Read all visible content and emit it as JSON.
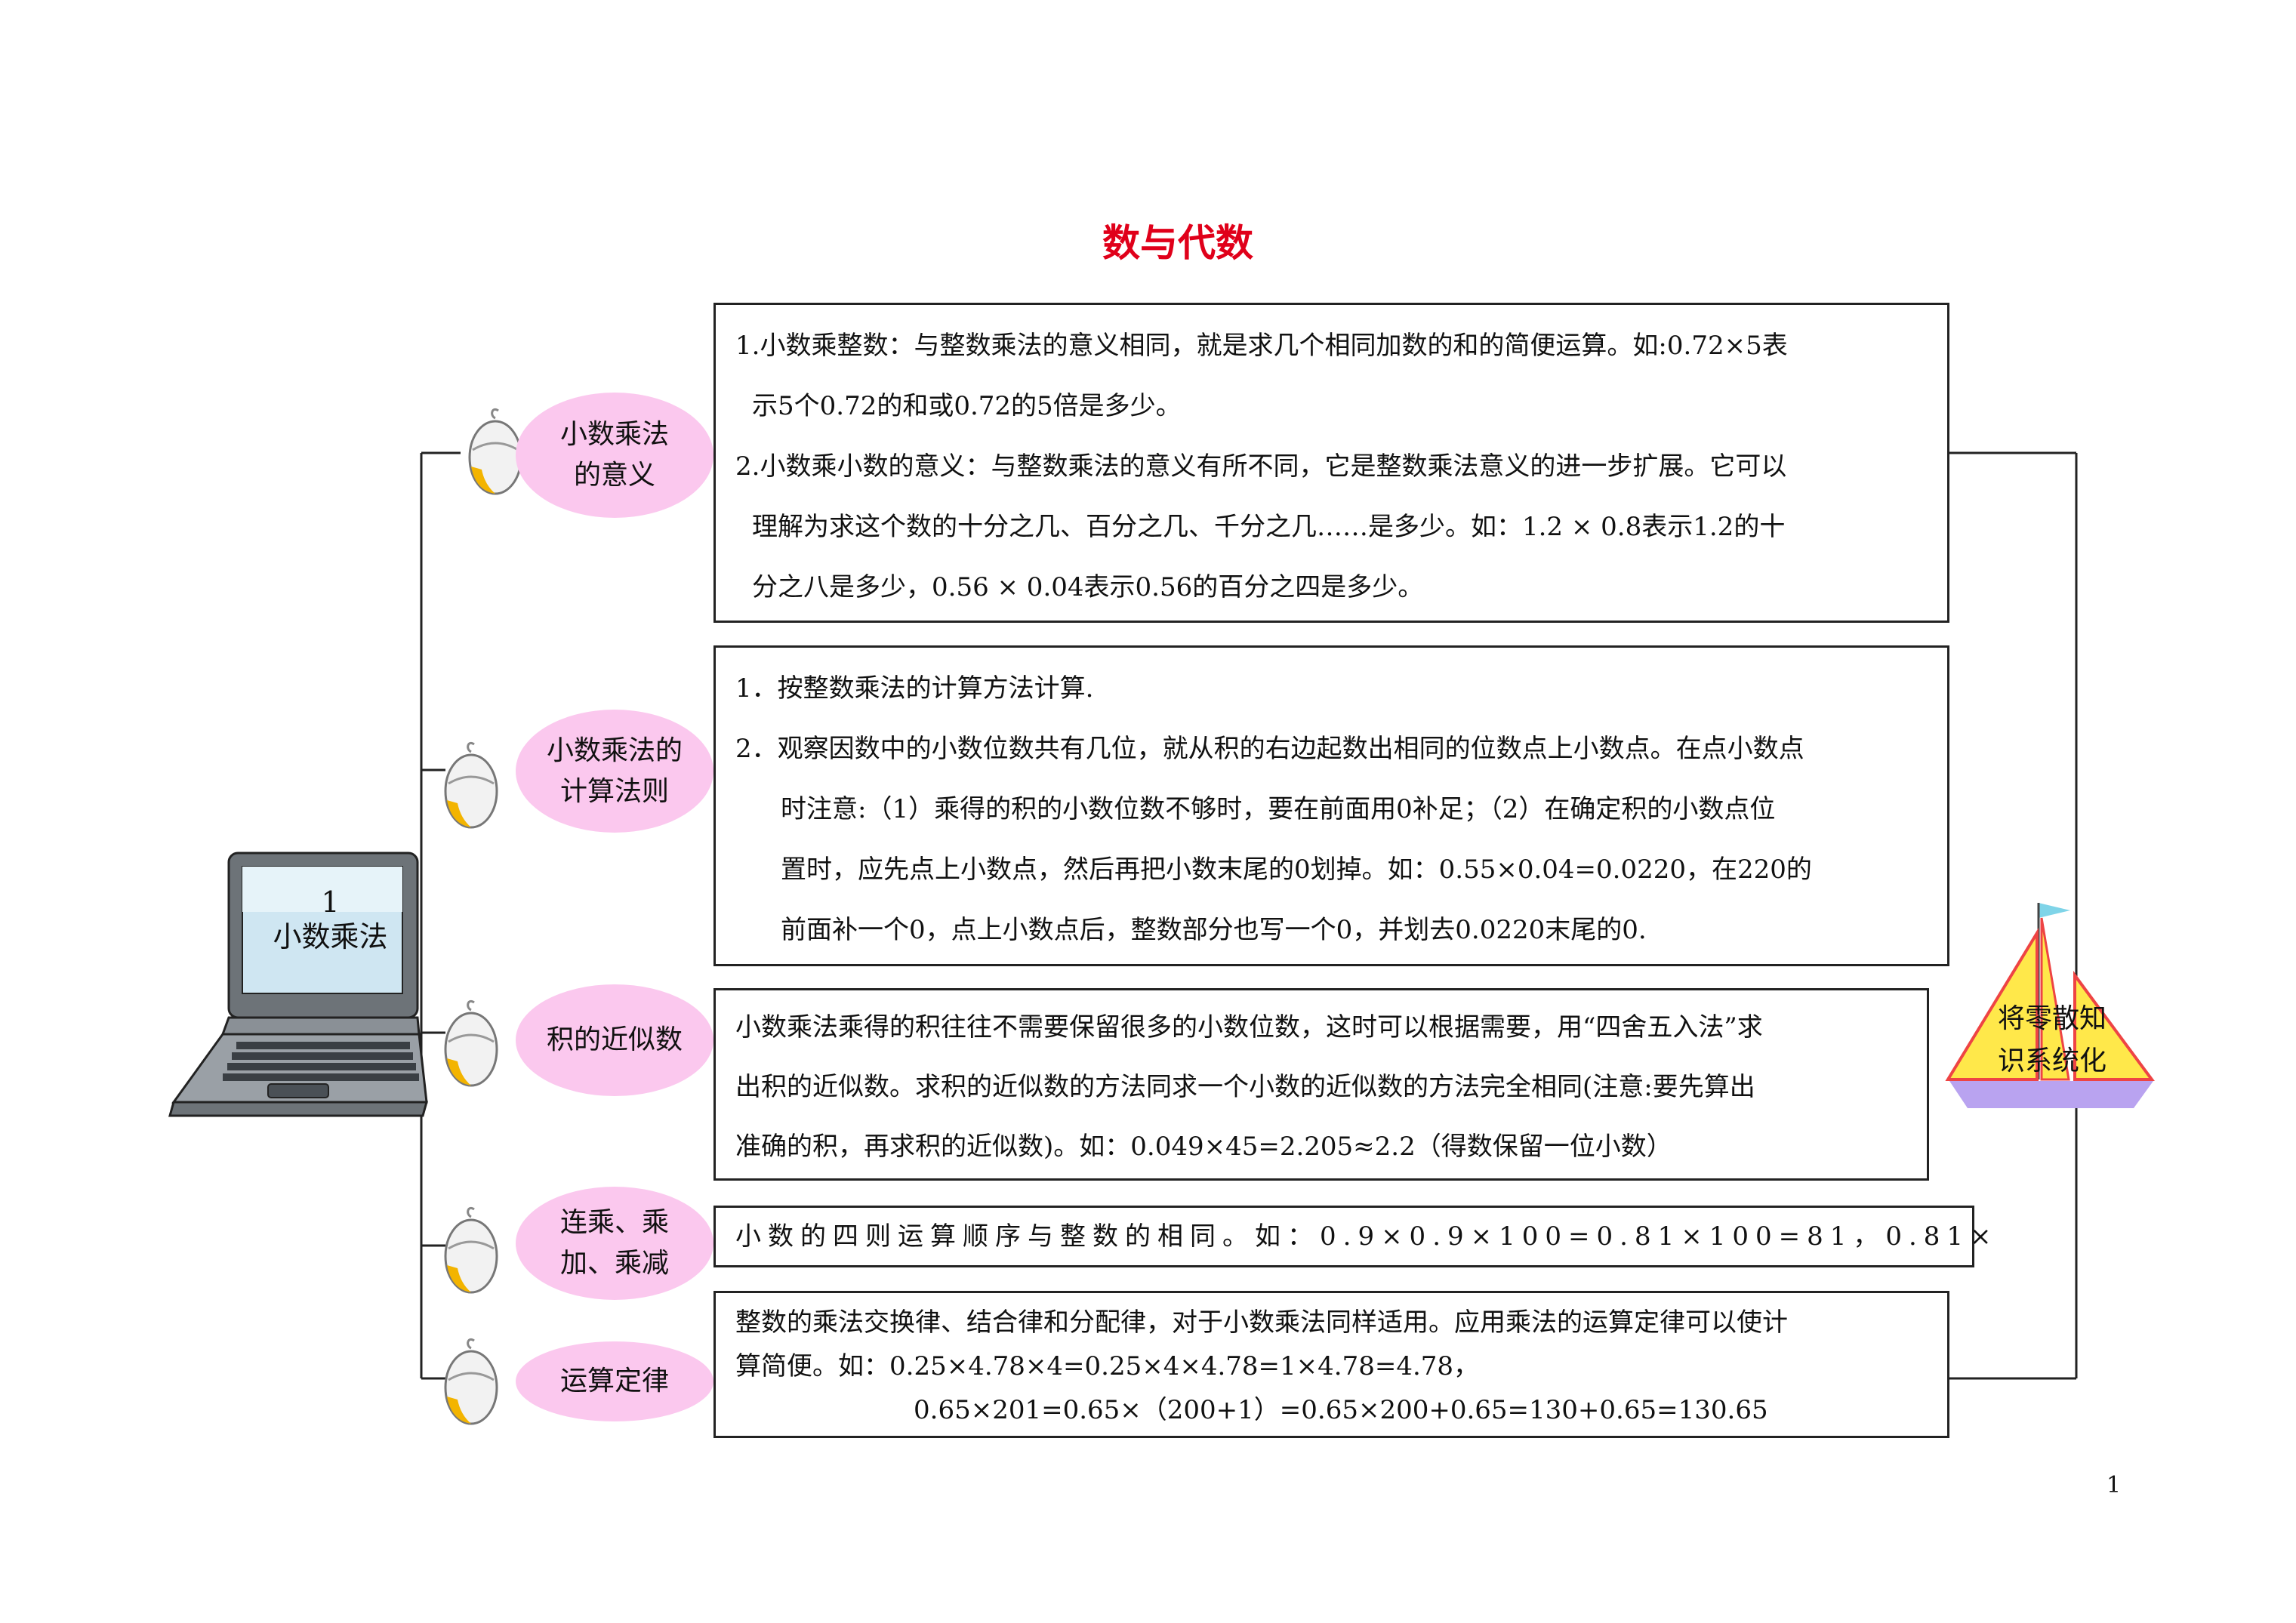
{
  "title": "数与代数",
  "page_number": "1",
  "center_node": {
    "number": "1",
    "label": "小数乘法"
  },
  "summary_label": {
    "line1": "将零散知",
    "line2": "识系统化"
  },
  "branches": [
    {
      "label_line1": "小数乘法",
      "label_line2": "的意义",
      "lines": [
        "1.小数乘整数：与整数乘法的意义相同，就是求几个相同加数的和的简便运算。如:0.72×5表",
        "示5个0.72的和或0.72的5倍是多少。",
        "2.小数乘小数的意义：与整数乘法的意义有所不同，它是整数乘法意义的进一步扩展。它可以",
        "理解为求这个数的十分之几、百分之几、千分之几……是多少。如：1.2 × 0.8表示1.2的十",
        "分之八是多少，0.56 × 0.04表示0.56的百分之四是多少。"
      ]
    },
    {
      "label_line1": "小数乘法的",
      "label_line2": "计算法则",
      "lines": [
        "1．按整数乘法的计算方法计算.",
        "2．观察因数中的小数位数共有几位，就从积的右边起数出相同的位数点上小数点。在点小数点",
        "时注意:（1）乘得的积的小数位数不够时，要在前面用0补足；（2）在确定积的小数点位",
        "置时，应先点上小数点，然后再把小数末尾的0划掉。如：0.55×0.04=0.0220，在220的",
        "前面补一个0，点上小数点后，整数部分也写一个0，并划去0.0220末尾的0."
      ]
    },
    {
      "label_line1": "积的近似数",
      "label_line2": "",
      "lines": [
        "小数乘法乘得的积往往不需要保留很多的小数位数，这时可以根据需要，用“四舍五入法”求",
        "出积的近似数。求积的近似数的方法同求一个小数的近似数的方法完全相同(注意:要先算出",
        "准确的积，再求积的近似数)。如：0.049×45=2.205≈2.2（得数保留一位小数）"
      ]
    },
    {
      "label_line1": "连乘、乘",
      "label_line2": "加、乘减",
      "lines": [
        "小数的四则运算顺序与整数的相同。如：0.9×0.9×100=0.81×100=81，0.81×"
      ]
    },
    {
      "label_line1": "运算定律",
      "label_line2": "",
      "lines": [
        "整数的乘法交换律、结合律和分配律，对于小数乘法同样适用。应用乘法的运算定律可以使计",
        "算简便。如：0.25×4.78×4=0.25×4×4.78=1×4.78=4.78，",
        "0.65×201=0.65×（200+1）=0.65×200+0.65=130+0.65=130.65"
      ]
    }
  ]
}
